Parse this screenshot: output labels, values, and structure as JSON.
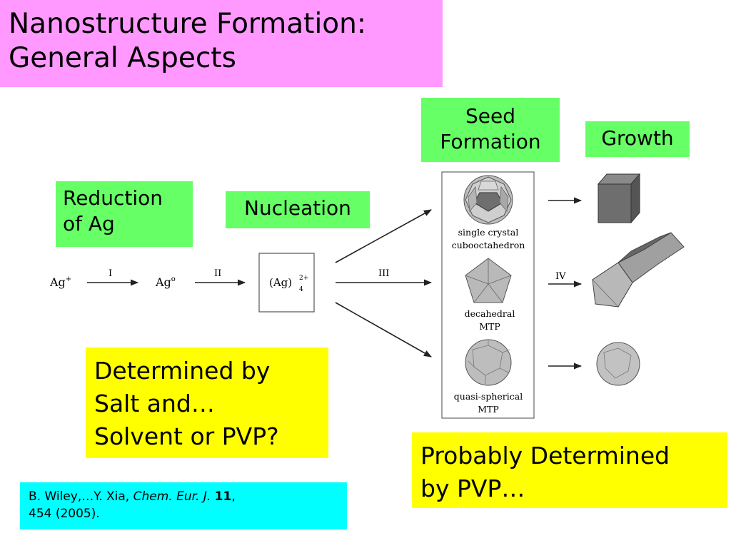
{
  "title": {
    "line1": "Nanostructure Formation:",
    "line2": "General Aspects"
  },
  "labels": {
    "seed_line1": "Seed",
    "seed_line2": "Formation",
    "growth": "Growth",
    "reduction_line1": "Reduction",
    "reduction_line2": "of Ag",
    "nucleation": "Nucleation"
  },
  "notes": {
    "determined_line1": "Determined by",
    "determined_line2": "Salt and…",
    "determined_line3": "Solvent or PVP?",
    "probably_line1": "Probably Determined",
    "probably_line2": "by PVP…"
  },
  "citation": {
    "authors": "B. Wiley,…Y. Xia, ",
    "journal": "Chem. Eur. J.",
    "volume": "11",
    "rest_line1": ",",
    "rest_line2": "454 (2005)."
  },
  "scheme": {
    "ag_plus": "Ag",
    "ag_plus_sup": "+",
    "step1": "I",
    "ag_zero": "Ag",
    "ag_zero_sup": "o",
    "step2": "II",
    "cluster": "(Ag)",
    "cluster_sup": "2+",
    "cluster_sub": "4",
    "step3": "III",
    "step4": "IV",
    "seed1_line1": "single crystal",
    "seed1_line2": "cubooctahedron",
    "seed2_line1": "decahedral",
    "seed2_line2": "MTP",
    "seed3_line1": "quasi-spherical",
    "seed3_line2": "MTP"
  },
  "colors": {
    "title_bg": "#ff99ff",
    "label_bg": "#66ff66",
    "note_bg": "#ffff00",
    "citation_bg": "#00ffff"
  }
}
